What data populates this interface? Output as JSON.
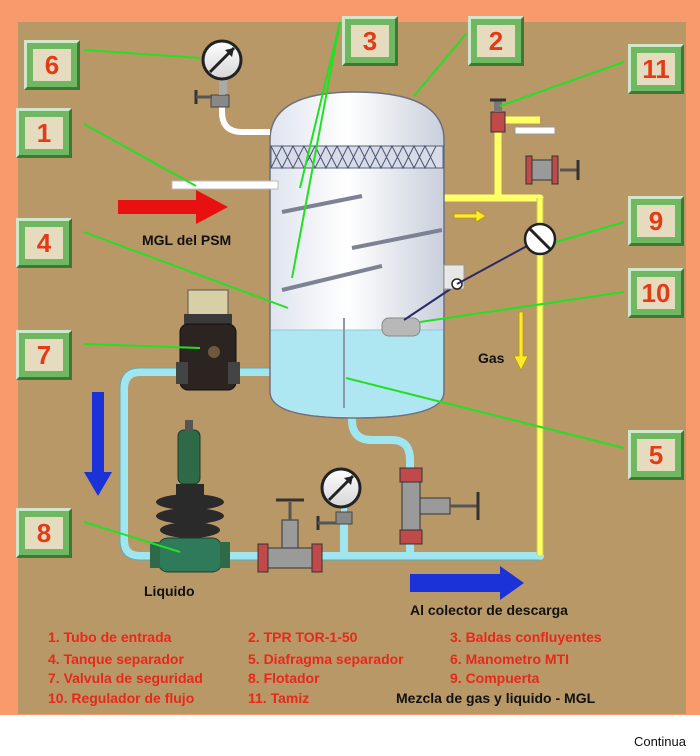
{
  "badges": [
    "6",
    "3",
    "2",
    "11",
    "1",
    "9",
    "4",
    "10",
    "7",
    "5",
    "8"
  ],
  "labels": {
    "inlet": "MGL del PSM",
    "gas": "Gas",
    "liquid": "Liquido",
    "outlet": "Al colector de descarga"
  },
  "legend": {
    "items": [
      "1. Tubo de entrada",
      "2. TPR TOR-1-50",
      "3. Baldas confluyentes",
      "4. Tanque separador",
      "5. Diafragma separador",
      "6. Manometro MTI",
      "7. Valvula de seguridad",
      "8. Flotador",
      "9. Compuerta",
      "10. Regulador de flujo",
      "11. Tamiz"
    ],
    "title": "Mezcla de gas y liquido - MGL"
  },
  "continue_label": "Continua",
  "colors": {
    "frame": "#f89a6c",
    "panel": "#b99868",
    "pipe_liquid": "#9fe6f0",
    "pipe_gas": "#ffff66",
    "arrow_red": "#e81010",
    "arrow_blue": "#1a32d8",
    "pointer": "#22e022",
    "legend_text": "#e8281a",
    "badge_text": "#e33b16"
  }
}
